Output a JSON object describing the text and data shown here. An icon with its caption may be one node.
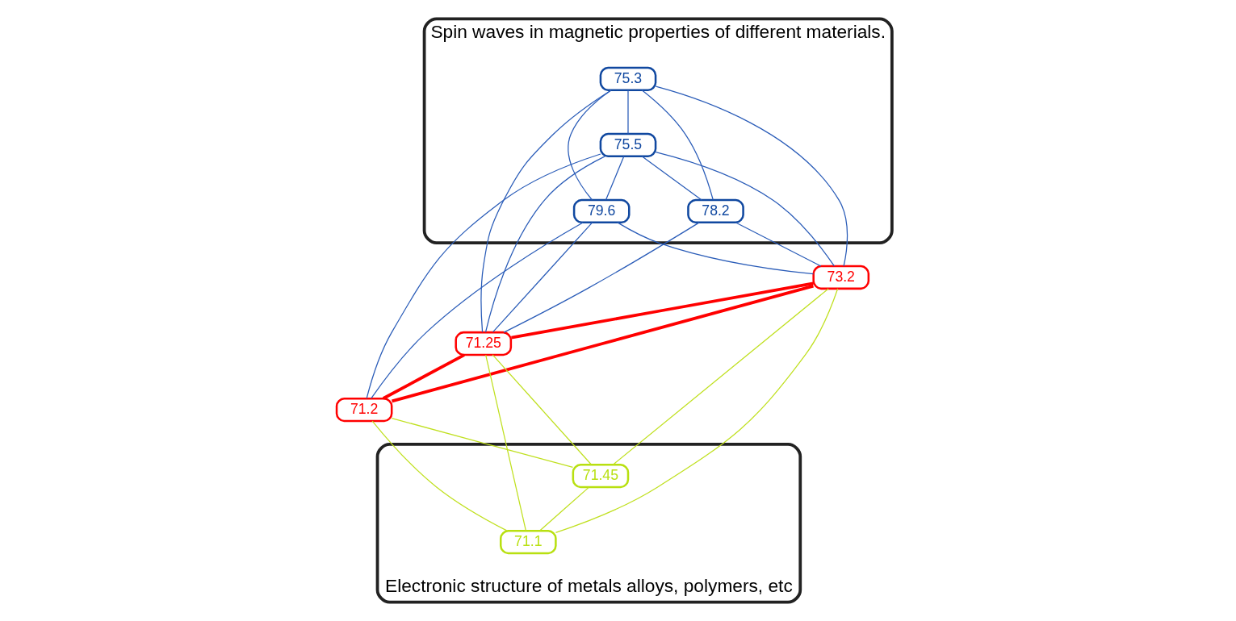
{
  "diagram": {
    "nodes": [
      {
        "text": [
          "Spin waves in magnetic properties of different materials."
        ]
      },
      {
        "text": [
          "75.3"
        ],
        "in": 0
      },
      {
        "text": [
          "79.6"
        ],
        "in": 0
      },
      {
        "text": [
          "75.5"
        ],
        "in": 0
      },
      {
        "text": [
          "78.2"
        ],
        "in": 0
      },
      {
        "text": [
          "73.2"
        ]
      },
      {
        "text": [
          "71.25"
        ]
      },
      {
        "text": [
          "71.2"
        ]
      },
      {
        "text": [
          "Electronic structure of metals alloys, polymers, etc"
        ]
      },
      {
        "text": [
          "71.1"
        ],
        "in": 8
      },
      {
        "text": [
          "71.45"
        ],
        "in": 8
      }
    ],
    "edges": [
      {
        "from": 1,
        "to": 2,
        "arrow": "none"
      },
      {
        "from": 1,
        "to": 4,
        "arrow": "none"
      },
      {
        "from": 1,
        "to": 3,
        "arrow": "none"
      },
      {
        "from": 1,
        "to": 6,
        "arrow": "none"
      },
      {
        "from": 1,
        "to": 5,
        "arrow": "none"
      },
      {
        "from": 3,
        "to": 2,
        "arrow": "none"
      },
      {
        "from": 3,
        "to": 4,
        "arrow": "none"
      },
      {
        "from": 3,
        "to": 6,
        "arrow": "none"
      },
      {
        "from": 3,
        "to": 5,
        "arrow": "none"
      },
      {
        "from": 3,
        "to": 7,
        "arrow": "none"
      },
      {
        "from": 2,
        "to": 6,
        "arrow": "none"
      },
      {
        "from": 2,
        "to": 5,
        "arrow": "none"
      },
      {
        "from": 2,
        "to": 7,
        "arrow": "none"
      },
      {
        "from": 4,
        "to": 6,
        "arrow": "none"
      },
      {
        "from": 4,
        "to": 5,
        "arrow": "none"
      },
      {
        "from": 5,
        "to": 6,
        "arrow": "none",
        "style": "thick",
        "color": "#ff0000"
      },
      {
        "from": 5,
        "to": 7,
        "arrow": "none",
        "style": "thick",
        "color": "#ff0000"
      },
      {
        "from": 6,
        "to": 7,
        "arrow": "none",
        "style": "thick",
        "color": "#ff0000"
      },
      {
        "from": 6,
        "to": 10,
        "arrow": "none",
        "color": "#c0e020"
      },
      {
        "from": 6,
        "to": 9,
        "arrow": "none",
        "color": "#c0e020"
      },
      {
        "from": 5,
        "to": 10,
        "arrow": "none",
        "color": "#c0e020"
      },
      {
        "from": 5,
        "to": 9,
        "arrow": "none",
        "color": "#c0e020"
      },
      {
        "from": 7,
        "to": 10,
        "arrow": "none",
        "color": "#c0e020"
      },
      {
        "from": 7,
        "to": 9,
        "arrow": "none",
        "color": "#c0e020"
      },
      {
        "from": 10,
        "to": 9,
        "arrow": "none",
        "color": "#c0e020"
      }
    ]
  }
}
